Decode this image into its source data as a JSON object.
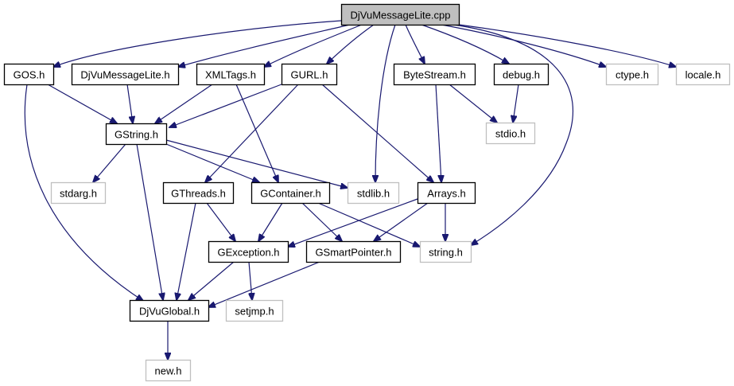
{
  "diagram": {
    "type": "include-dependency-graph",
    "root": "DjVuMessageLite.cpp",
    "colors": {
      "edge": "#191970",
      "root_fill": "#bfbfbf",
      "documented_border": "#000000",
      "external_border": "#bfbfbf"
    },
    "nodes": [
      {
        "id": "root",
        "label": "DjVuMessageLite.cpp",
        "kind": "root"
      },
      {
        "id": "gos",
        "label": "GOS.h",
        "kind": "documented"
      },
      {
        "id": "djvumessagelite_h",
        "label": "DjVuMessageLite.h",
        "kind": "documented"
      },
      {
        "id": "xmltags",
        "label": "XMLTags.h",
        "kind": "documented"
      },
      {
        "id": "gurl",
        "label": "GURL.h",
        "kind": "documented"
      },
      {
        "id": "bytestream",
        "label": "ByteStream.h",
        "kind": "documented"
      },
      {
        "id": "debug",
        "label": "debug.h",
        "kind": "documented"
      },
      {
        "id": "ctype",
        "label": "ctype.h",
        "kind": "external"
      },
      {
        "id": "locale",
        "label": "locale.h",
        "kind": "external"
      },
      {
        "id": "gstring",
        "label": "GString.h",
        "kind": "documented"
      },
      {
        "id": "stdio",
        "label": "stdio.h",
        "kind": "external"
      },
      {
        "id": "stdarg",
        "label": "stdarg.h",
        "kind": "external"
      },
      {
        "id": "gthreads",
        "label": "GThreads.h",
        "kind": "documented"
      },
      {
        "id": "gcontainer",
        "label": "GContainer.h",
        "kind": "documented"
      },
      {
        "id": "stdlib",
        "label": "stdlib.h",
        "kind": "external"
      },
      {
        "id": "arrays",
        "label": "Arrays.h",
        "kind": "documented"
      },
      {
        "id": "gexception",
        "label": "GException.h",
        "kind": "documented"
      },
      {
        "id": "gsmartpointer",
        "label": "GSmartPointer.h",
        "kind": "documented"
      },
      {
        "id": "string",
        "label": "string.h",
        "kind": "external"
      },
      {
        "id": "djvuglobal",
        "label": "DjVuGlobal.h",
        "kind": "documented"
      },
      {
        "id": "setjmp",
        "label": "setjmp.h",
        "kind": "external"
      },
      {
        "id": "new",
        "label": "new.h",
        "kind": "external"
      }
    ],
    "edges": [
      {
        "from": "root",
        "to": "gos"
      },
      {
        "from": "root",
        "to": "djvumessagelite_h"
      },
      {
        "from": "root",
        "to": "xmltags"
      },
      {
        "from": "root",
        "to": "gurl"
      },
      {
        "from": "root",
        "to": "stdlib"
      },
      {
        "from": "root",
        "to": "bytestream"
      },
      {
        "from": "root",
        "to": "debug"
      },
      {
        "from": "root",
        "to": "ctype"
      },
      {
        "from": "root",
        "to": "locale"
      },
      {
        "from": "root",
        "to": "string"
      },
      {
        "from": "gos",
        "to": "gstring"
      },
      {
        "from": "gos",
        "to": "djvuglobal"
      },
      {
        "from": "djvumessagelite_h",
        "to": "gstring"
      },
      {
        "from": "xmltags",
        "to": "gstring"
      },
      {
        "from": "xmltags",
        "to": "gcontainer"
      },
      {
        "from": "gurl",
        "to": "gstring"
      },
      {
        "from": "gurl",
        "to": "gthreads"
      },
      {
        "from": "gurl",
        "to": "arrays"
      },
      {
        "from": "bytestream",
        "to": "stdio"
      },
      {
        "from": "bytestream",
        "to": "arrays"
      },
      {
        "from": "debug",
        "to": "stdio"
      },
      {
        "from": "gstring",
        "to": "stdarg"
      },
      {
        "from": "gstring",
        "to": "gcontainer"
      },
      {
        "from": "gstring",
        "to": "stdlib"
      },
      {
        "from": "gstring",
        "to": "djvuglobal"
      },
      {
        "from": "gthreads",
        "to": "gexception"
      },
      {
        "from": "gthreads",
        "to": "djvuglobal"
      },
      {
        "from": "gcontainer",
        "to": "gexception"
      },
      {
        "from": "gcontainer",
        "to": "gsmartpointer"
      },
      {
        "from": "gcontainer",
        "to": "string"
      },
      {
        "from": "arrays",
        "to": "gexception"
      },
      {
        "from": "arrays",
        "to": "gsmartpointer"
      },
      {
        "from": "arrays",
        "to": "string"
      },
      {
        "from": "gexception",
        "to": "djvuglobal"
      },
      {
        "from": "gexception",
        "to": "setjmp"
      },
      {
        "from": "gsmartpointer",
        "to": "djvuglobal"
      },
      {
        "from": "djvuglobal",
        "to": "new"
      }
    ]
  }
}
